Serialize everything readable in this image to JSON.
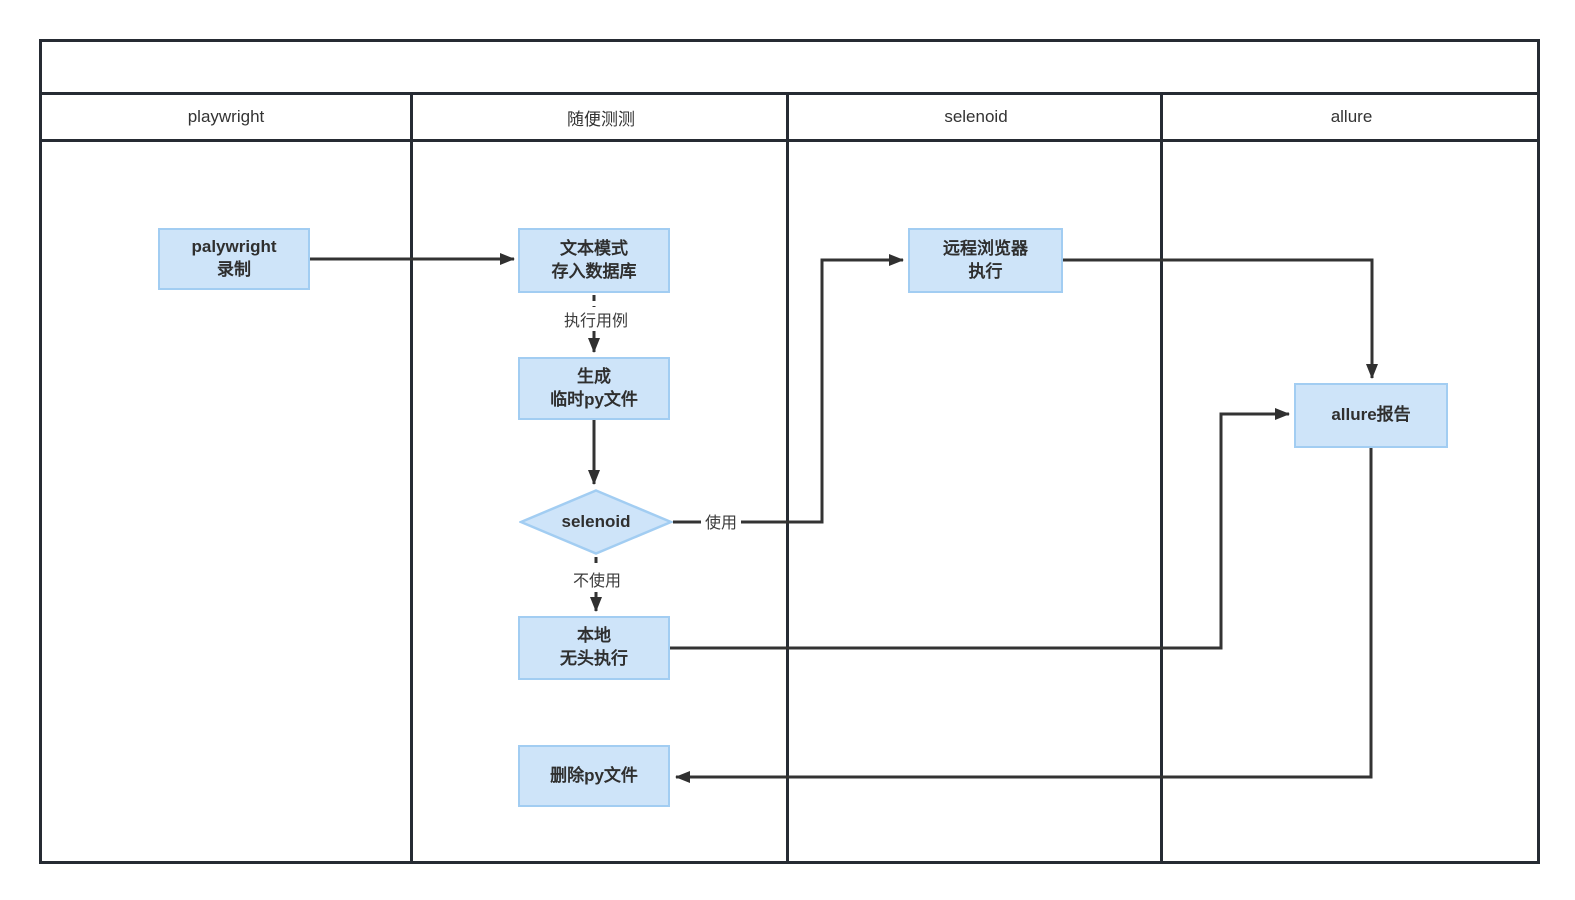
{
  "diagram": {
    "type": "swimlane-flowchart",
    "lanes": [
      {
        "id": "playwright",
        "label": "playwright"
      },
      {
        "id": "suibian-cece",
        "label": "随便测测"
      },
      {
        "id": "selenoid",
        "label": "selenoid"
      },
      {
        "id": "allure",
        "label": "allure"
      }
    ],
    "nodes": {
      "record": {
        "label": "palywright\n录制"
      },
      "store": {
        "label": "文本模式\n存入数据库"
      },
      "generate": {
        "label": "生成\n临时py文件"
      },
      "decision": {
        "label": "selenoid"
      },
      "local": {
        "label": "本地\n无头执行"
      },
      "delete": {
        "label": "删除py文件"
      },
      "remote": {
        "label": "远程浏览器\n执行"
      },
      "report": {
        "label": "allure报告"
      }
    },
    "edge_labels": {
      "execute_case": "执行用例",
      "use": "使用",
      "not_use": "不使用"
    },
    "colors": {
      "node_fill": "#cee4f9",
      "node_border": "#a2cdf2",
      "frame": "#262b33",
      "connector": "#333333",
      "text": "#2f2f2f"
    }
  }
}
